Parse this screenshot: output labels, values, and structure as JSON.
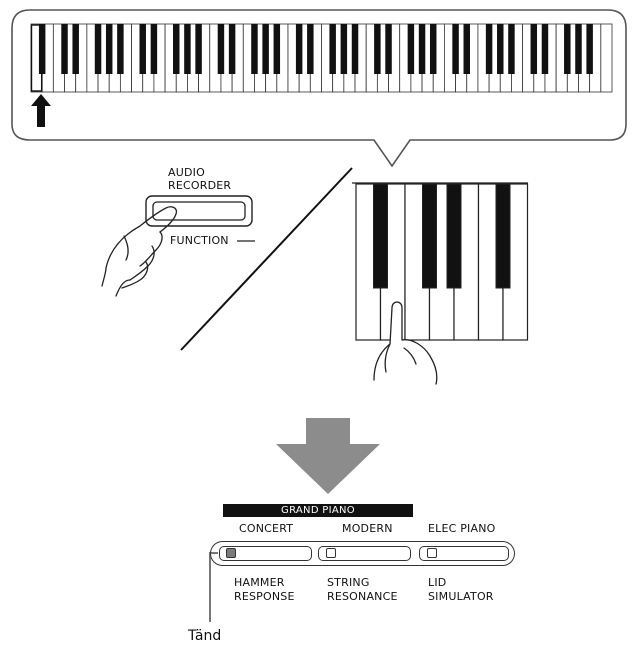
{
  "recorder": {
    "audio": "AUDIO",
    "recorder": "RECORDER",
    "function": "FUNCTION"
  },
  "panel": {
    "group_label": "GRAND PIANO",
    "top_labels": [
      "CONCERT",
      "MODERN",
      "ELEC PIANO"
    ],
    "bottom_labels": [
      [
        "HAMMER",
        "RESPONSE"
      ],
      [
        "STRING",
        "RESONANCE"
      ],
      [
        "LID",
        "SIMULATOR"
      ]
    ],
    "lit_indicator_index": 0,
    "callout": "Tänd"
  },
  "keyboard": {
    "white_key_count": 52
  },
  "colors": {
    "line": "#333333",
    "big_arrow": "#8c8c8c",
    "led_on": "#7a7a7a"
  }
}
